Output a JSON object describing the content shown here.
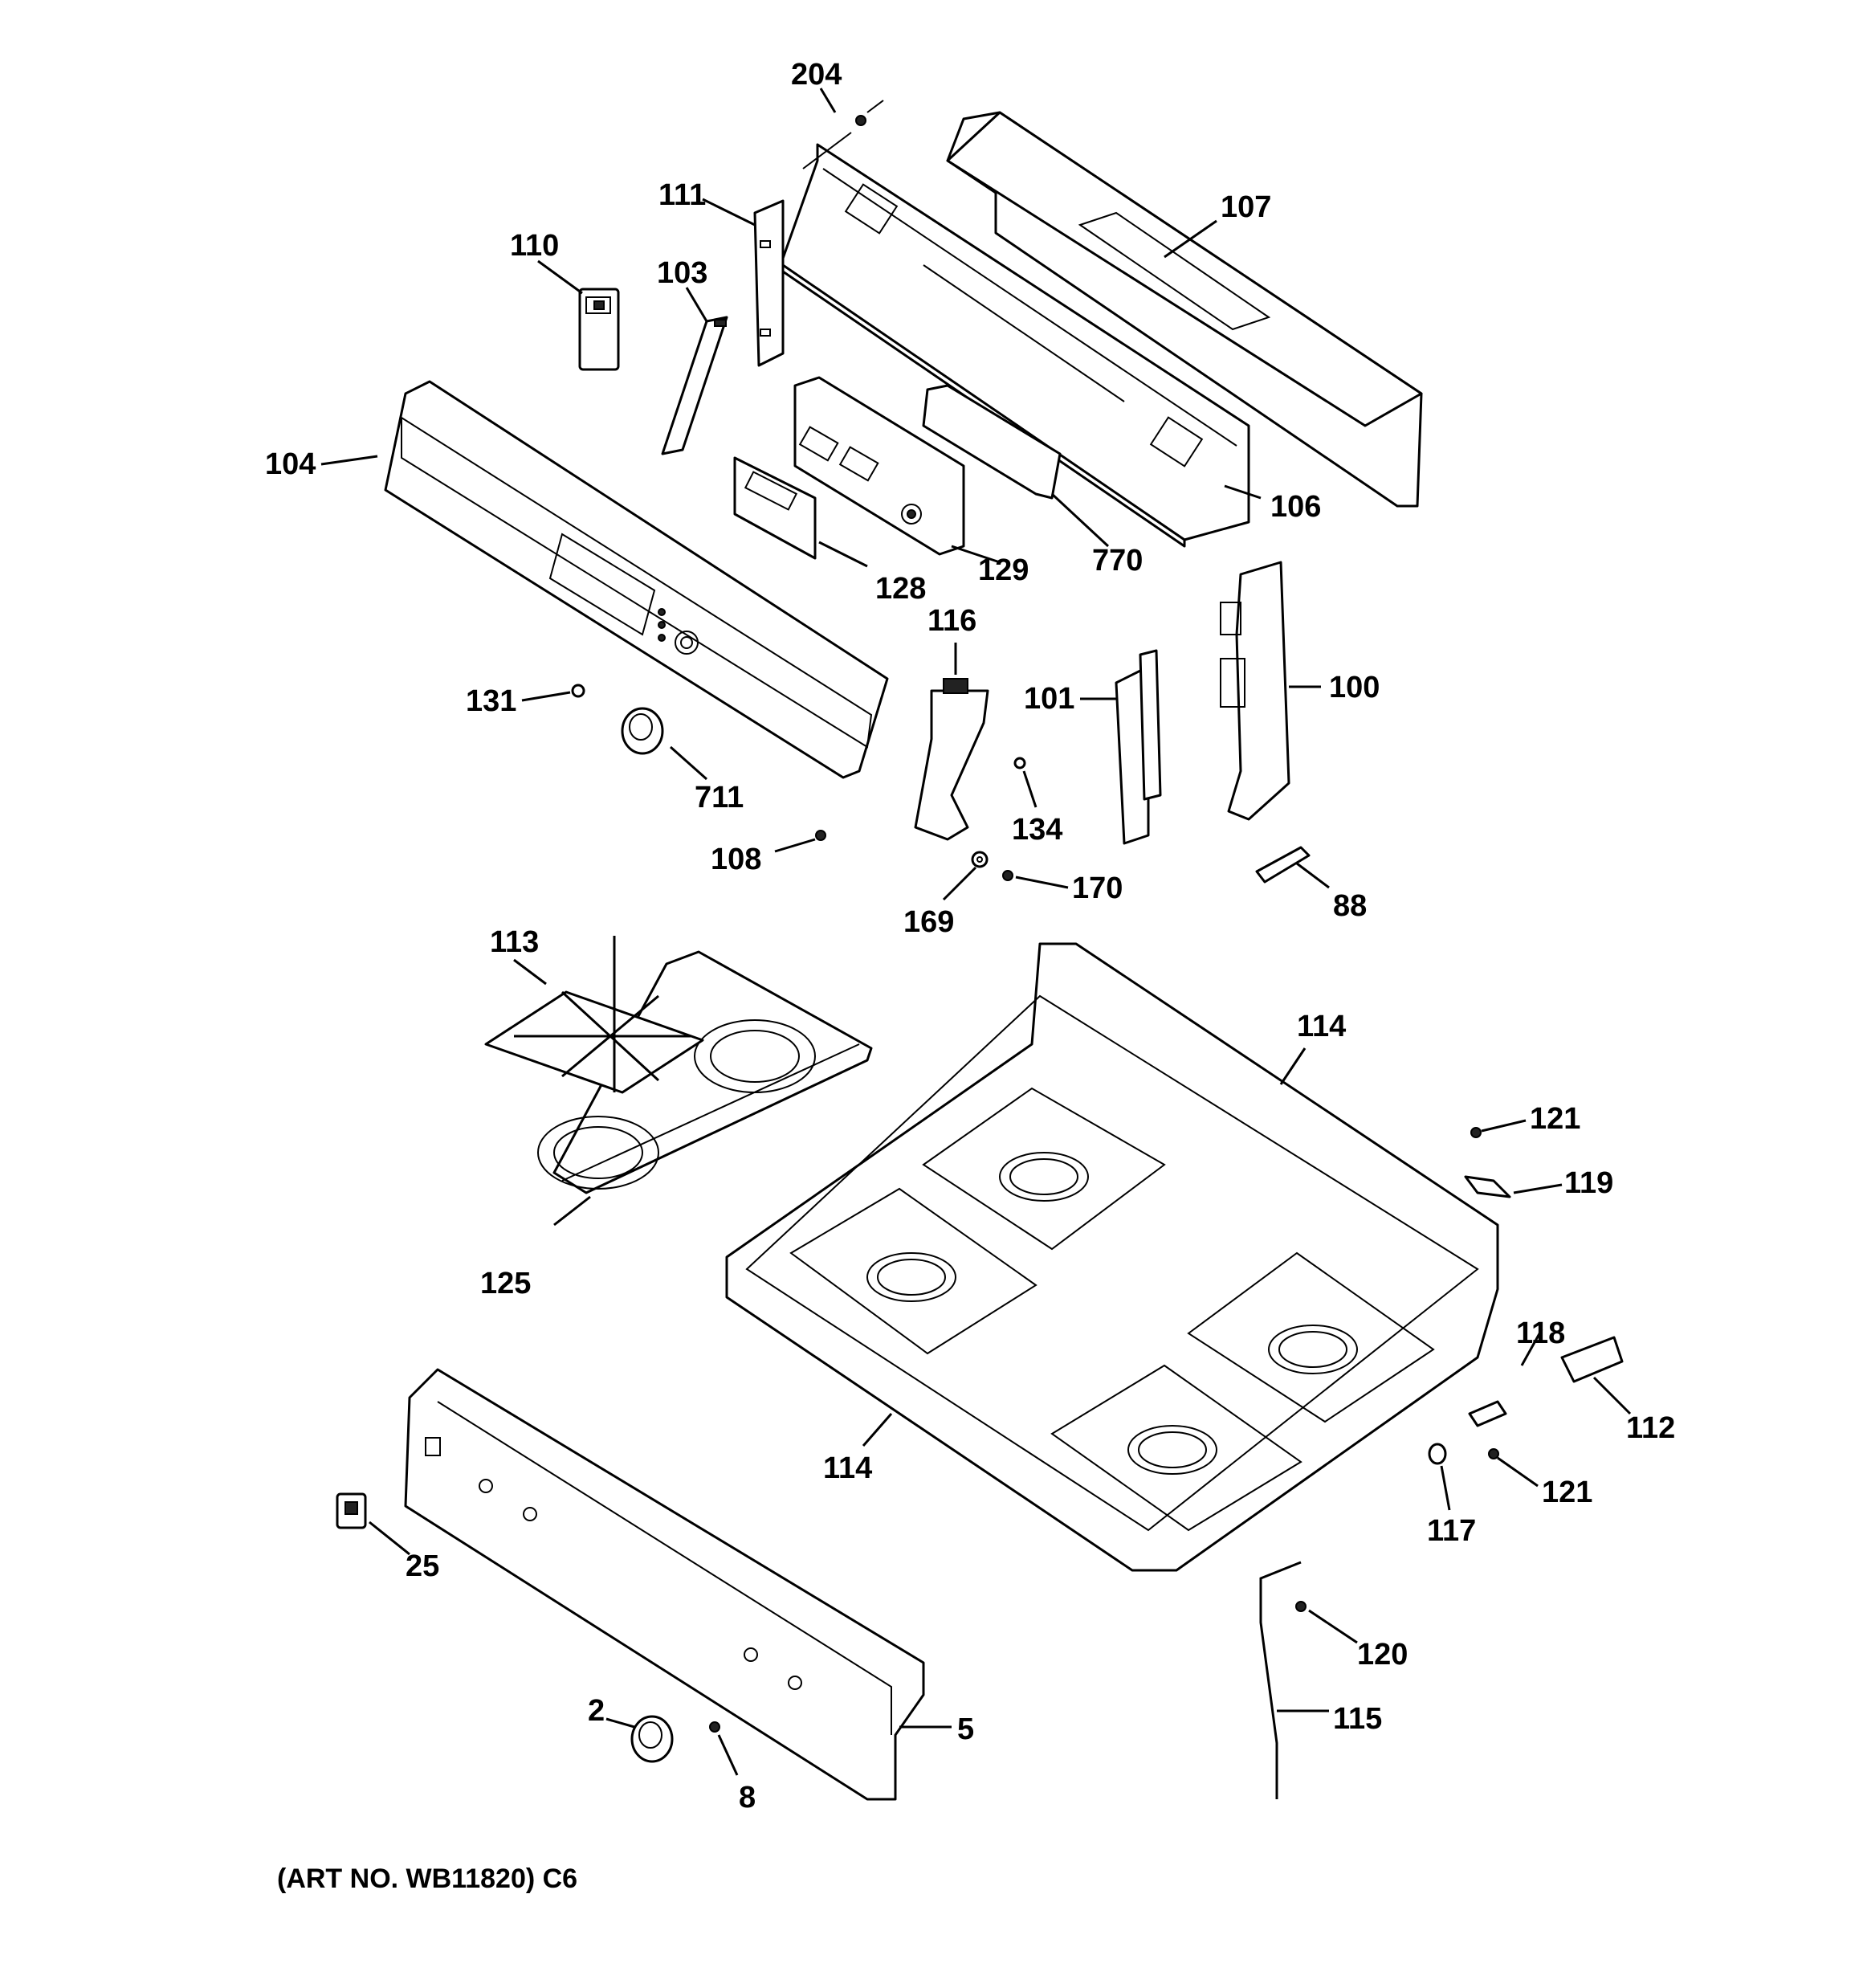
{
  "diagram": {
    "art_number": "(ART NO. WB11820) C6",
    "callouts": [
      {
        "id": "204",
        "text": "204"
      },
      {
        "id": "107",
        "text": "107"
      },
      {
        "id": "111",
        "text": "111"
      },
      {
        "id": "110",
        "text": "110"
      },
      {
        "id": "103",
        "text": "103"
      },
      {
        "id": "104",
        "text": "104"
      },
      {
        "id": "106",
        "text": "106"
      },
      {
        "id": "770",
        "text": "770"
      },
      {
        "id": "129",
        "text": "129"
      },
      {
        "id": "128",
        "text": "128"
      },
      {
        "id": "116",
        "text": "116"
      },
      {
        "id": "100",
        "text": "100"
      },
      {
        "id": "101",
        "text": "101"
      },
      {
        "id": "131",
        "text": "131"
      },
      {
        "id": "711",
        "text": "711"
      },
      {
        "id": "134",
        "text": "134"
      },
      {
        "id": "108",
        "text": "108"
      },
      {
        "id": "170",
        "text": "170"
      },
      {
        "id": "169",
        "text": "169"
      },
      {
        "id": "88",
        "text": "88"
      },
      {
        "id": "113",
        "text": "113"
      },
      {
        "id": "114a",
        "text": "114"
      },
      {
        "id": "121a",
        "text": "121"
      },
      {
        "id": "119",
        "text": "119"
      },
      {
        "id": "125",
        "text": "125"
      },
      {
        "id": "118",
        "text": "118"
      },
      {
        "id": "112",
        "text": "112"
      },
      {
        "id": "114b",
        "text": "114"
      },
      {
        "id": "121b",
        "text": "121"
      },
      {
        "id": "117",
        "text": "117"
      },
      {
        "id": "25",
        "text": "25"
      },
      {
        "id": "120",
        "text": "120"
      },
      {
        "id": "115",
        "text": "115"
      },
      {
        "id": "2",
        "text": "2"
      },
      {
        "id": "5",
        "text": "5"
      },
      {
        "id": "8",
        "text": "8"
      }
    ]
  }
}
